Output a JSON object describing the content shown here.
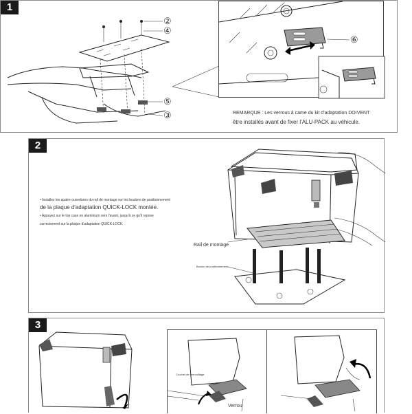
{
  "step1": {
    "number": "1",
    "callouts": [
      "②",
      "④",
      "⑤",
      "③",
      "⑥"
    ],
    "note_line1": "REMARQUE : Les verrous à came du kit d'adaptation DOIVENT",
    "note_line2": "être installés avant de fixer l'ALU-PACK au véhicule."
  },
  "step2": {
    "number": "2",
    "line1": "• Installez les quatre ouvertures du rail de montage sur les boulons de positionnement",
    "line2": "de la plaque d'adaptation QUICK-LOCK montée.",
    "line3": "• Appuyez sur le top case en aluminium vers l'avant, jusqu'à ce qu'il repose",
    "line4": "correctement sur la plaque d'adaptation QUICK-LOCK.",
    "label_rail": "Rail de montage",
    "label_bolt": "Boulon de positionnement"
  },
  "step3": {
    "number": "3",
    "label_hook": "Crochet de verrouillage",
    "label_lock": "Verrou"
  }
}
